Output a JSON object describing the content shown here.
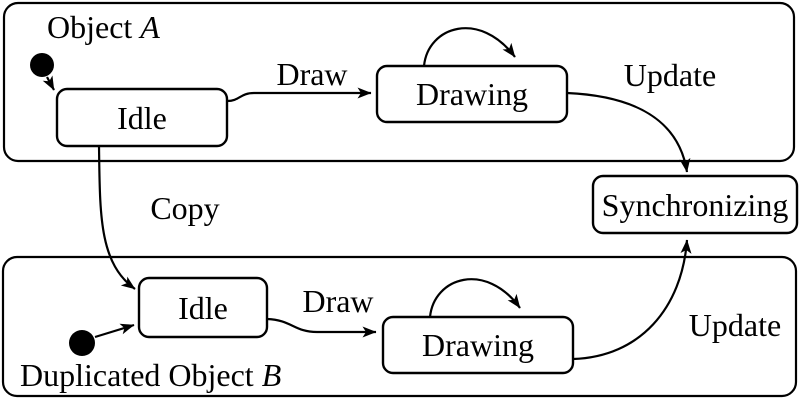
{
  "colors": {
    "line": "#000000",
    "fill": "#ffffff",
    "initial_state_dot": "#000000"
  },
  "icons": {
    "initial_state": "filled-circle",
    "arrowhead": "solid-triangle"
  },
  "object_a": {
    "label": {
      "prefix": "Object",
      "italic": "A"
    },
    "states": {
      "idle": "Idle",
      "drawing": "Drawing"
    },
    "transitions": {
      "draw": "Draw",
      "update": "Update"
    }
  },
  "object_b": {
    "label": {
      "prefix": "Duplicated Object",
      "italic": "B"
    },
    "states": {
      "idle": "Idle",
      "drawing": "Drawing"
    },
    "transitions": {
      "draw": "Draw",
      "update": "Update"
    }
  },
  "shared": {
    "synchronizing_state": "Synchronizing",
    "copy_transition": "Copy"
  }
}
